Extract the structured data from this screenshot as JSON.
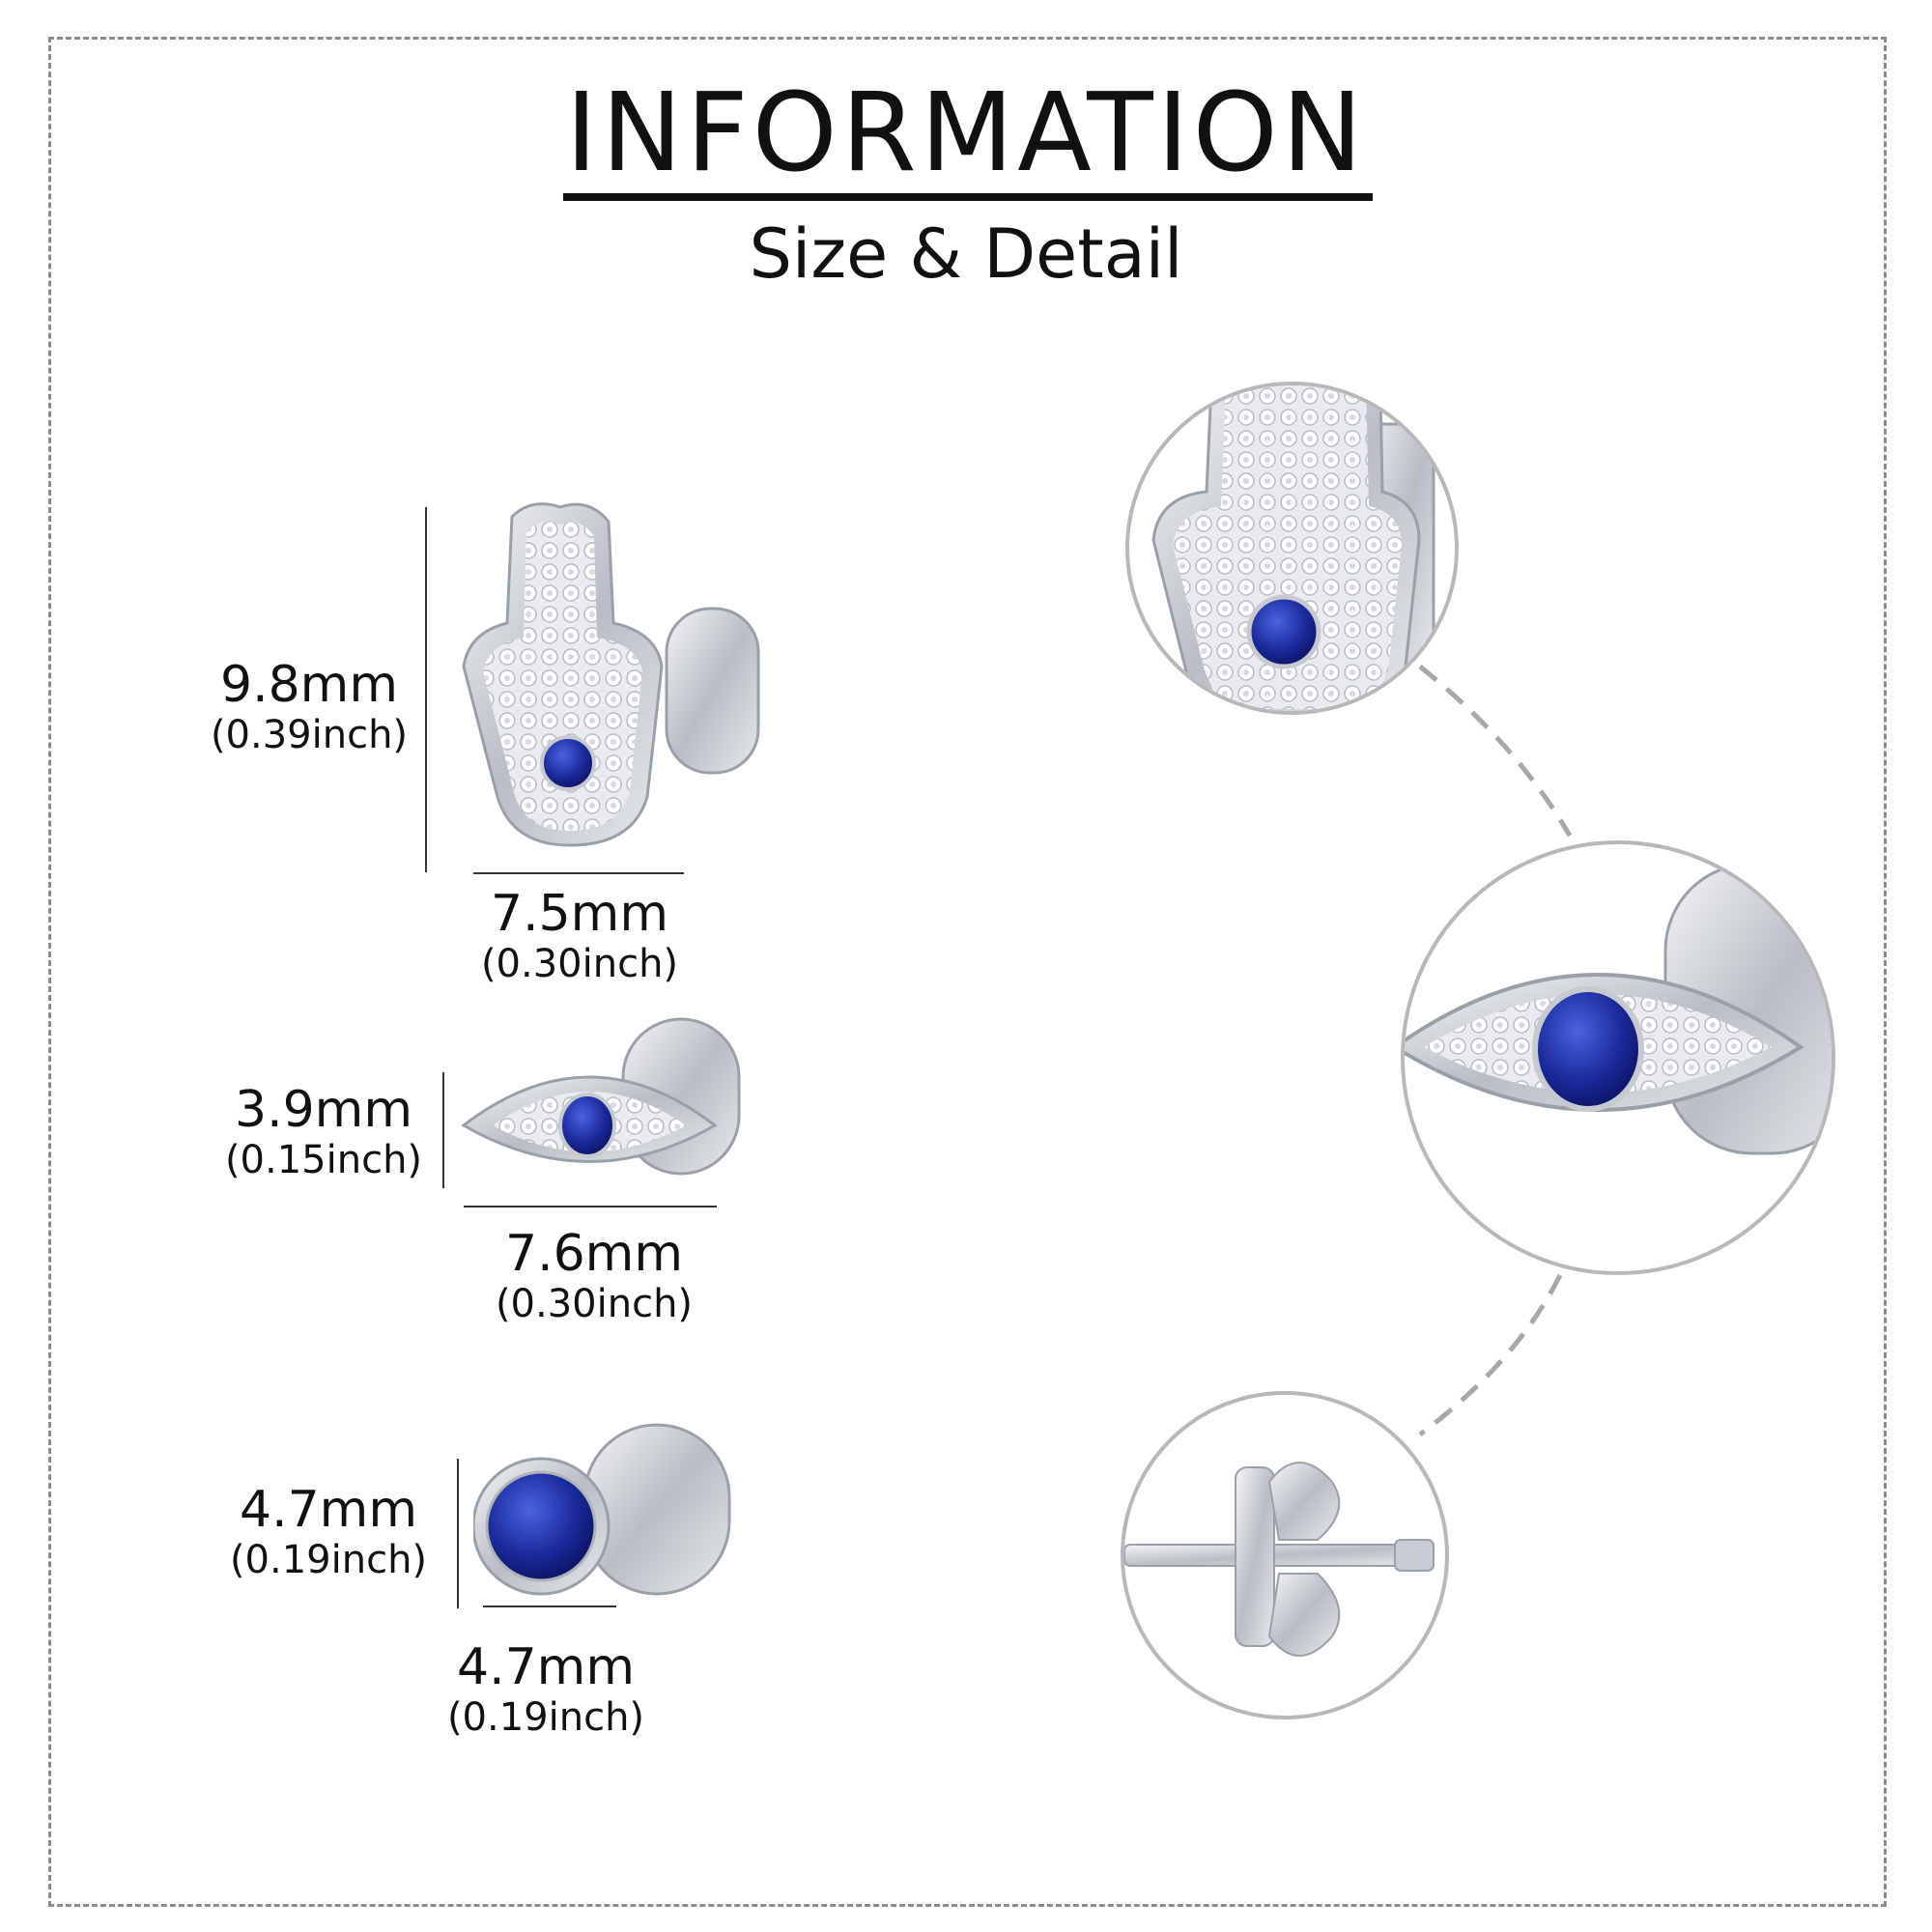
{
  "header": {
    "title": "INFORMATION",
    "subtitle": "Size & Detail"
  },
  "products": [
    {
      "name": "hamsa",
      "height_mm": "9.8mm",
      "height_in": "(0.39inch)",
      "width_mm": "7.5mm",
      "width_in": "(0.30inch)"
    },
    {
      "name": "evil-eye",
      "height_mm": "3.9mm",
      "height_in": "(0.15inch)",
      "width_mm": "7.6mm",
      "width_in": "(0.30inch)"
    },
    {
      "name": "round",
      "height_mm": "4.7mm",
      "height_in": "(0.19inch)",
      "width_mm": "4.7mm",
      "width_in": "(0.19inch)"
    }
  ],
  "colors": {
    "sapphire": "#1a2a9a",
    "silver": "#c8ccd2",
    "frame": "#8a8a8a"
  }
}
